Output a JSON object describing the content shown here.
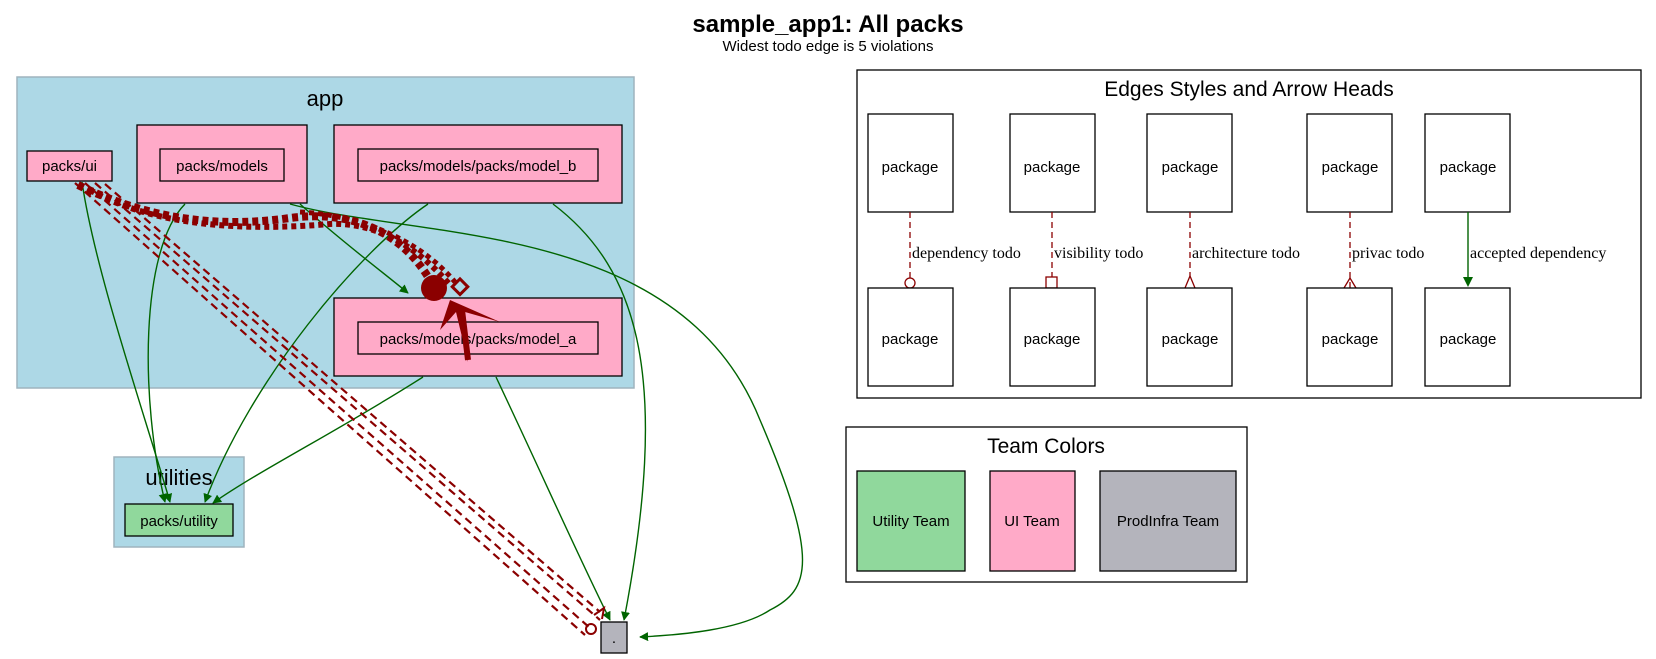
{
  "title": "sample_app1: All packs",
  "subtitle": "Widest todo edge is 5 violations",
  "clusters": {
    "app": "app",
    "utilities": "utilities"
  },
  "nodes": {
    "ui": "packs/ui",
    "models": "packs/models",
    "model_b": "packs/models/packs/model_b",
    "model_a": "packs/models/packs/model_a",
    "utility": "packs/utility",
    "root": "."
  },
  "edge_legend": {
    "title": "Edges Styles and Arrow Heads",
    "package_label": "package",
    "edges": [
      {
        "label": "dependency todo",
        "style": "dashed",
        "arrowhead": "odot"
      },
      {
        "label": "visibility todo",
        "style": "dashed",
        "arrowhead": "obox"
      },
      {
        "label": "architecture todo",
        "style": "dashed",
        "arrowhead": "onormal"
      },
      {
        "label": "privac todo",
        "style": "dashed",
        "arrowhead": "ocrow"
      },
      {
        "label": "accepted dependency",
        "style": "solid",
        "arrowhead": "normal"
      }
    ]
  },
  "team_legend": {
    "title": "Team Colors",
    "teams": [
      {
        "name": "Utility Team",
        "color": "#90d89c"
      },
      {
        "name": "UI Team",
        "color": "#ffaac8"
      },
      {
        "name": "ProdInfra Team",
        "color": "#b4b4bc"
      }
    ]
  },
  "colors": {
    "cluster_fill": "#add8e6",
    "todo_edge": "#8b0000",
    "dependency_edge": "#006400"
  }
}
